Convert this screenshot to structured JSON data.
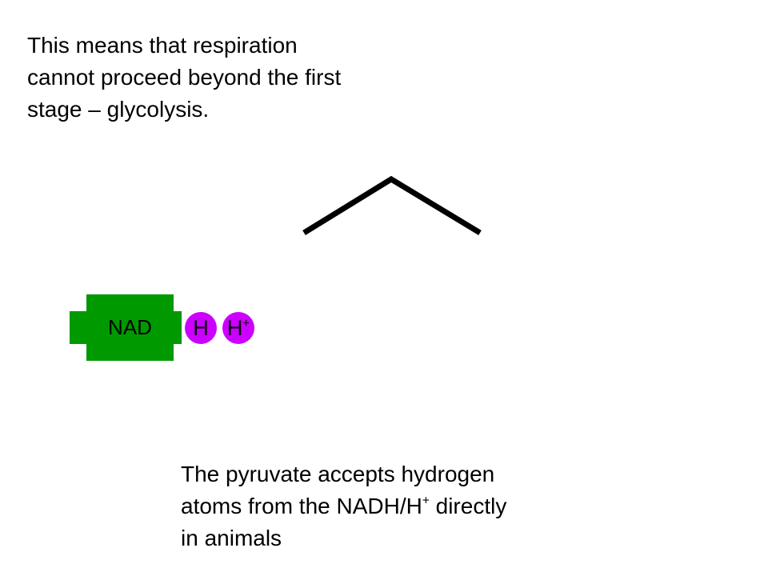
{
  "top_caption": {
    "line1": "This means that respiration",
    "line2": "cannot proceed beyond the first",
    "line3": "stage – glycolysis."
  },
  "bottom_caption": {
    "line1": "The pyruvate accepts hydrogen",
    "line2_pre": "atoms from the NADH/H",
    "line2_sup": "+",
    "line2_post": " directly",
    "line3": "in animals"
  },
  "nad": {
    "label": "NAD",
    "color": "#009900"
  },
  "hydrogen_atom": {
    "label": "H",
    "color": "#cc00ff"
  },
  "hydrogen_ion": {
    "label": "H",
    "charge": "+",
    "color": "#cc00ff"
  }
}
